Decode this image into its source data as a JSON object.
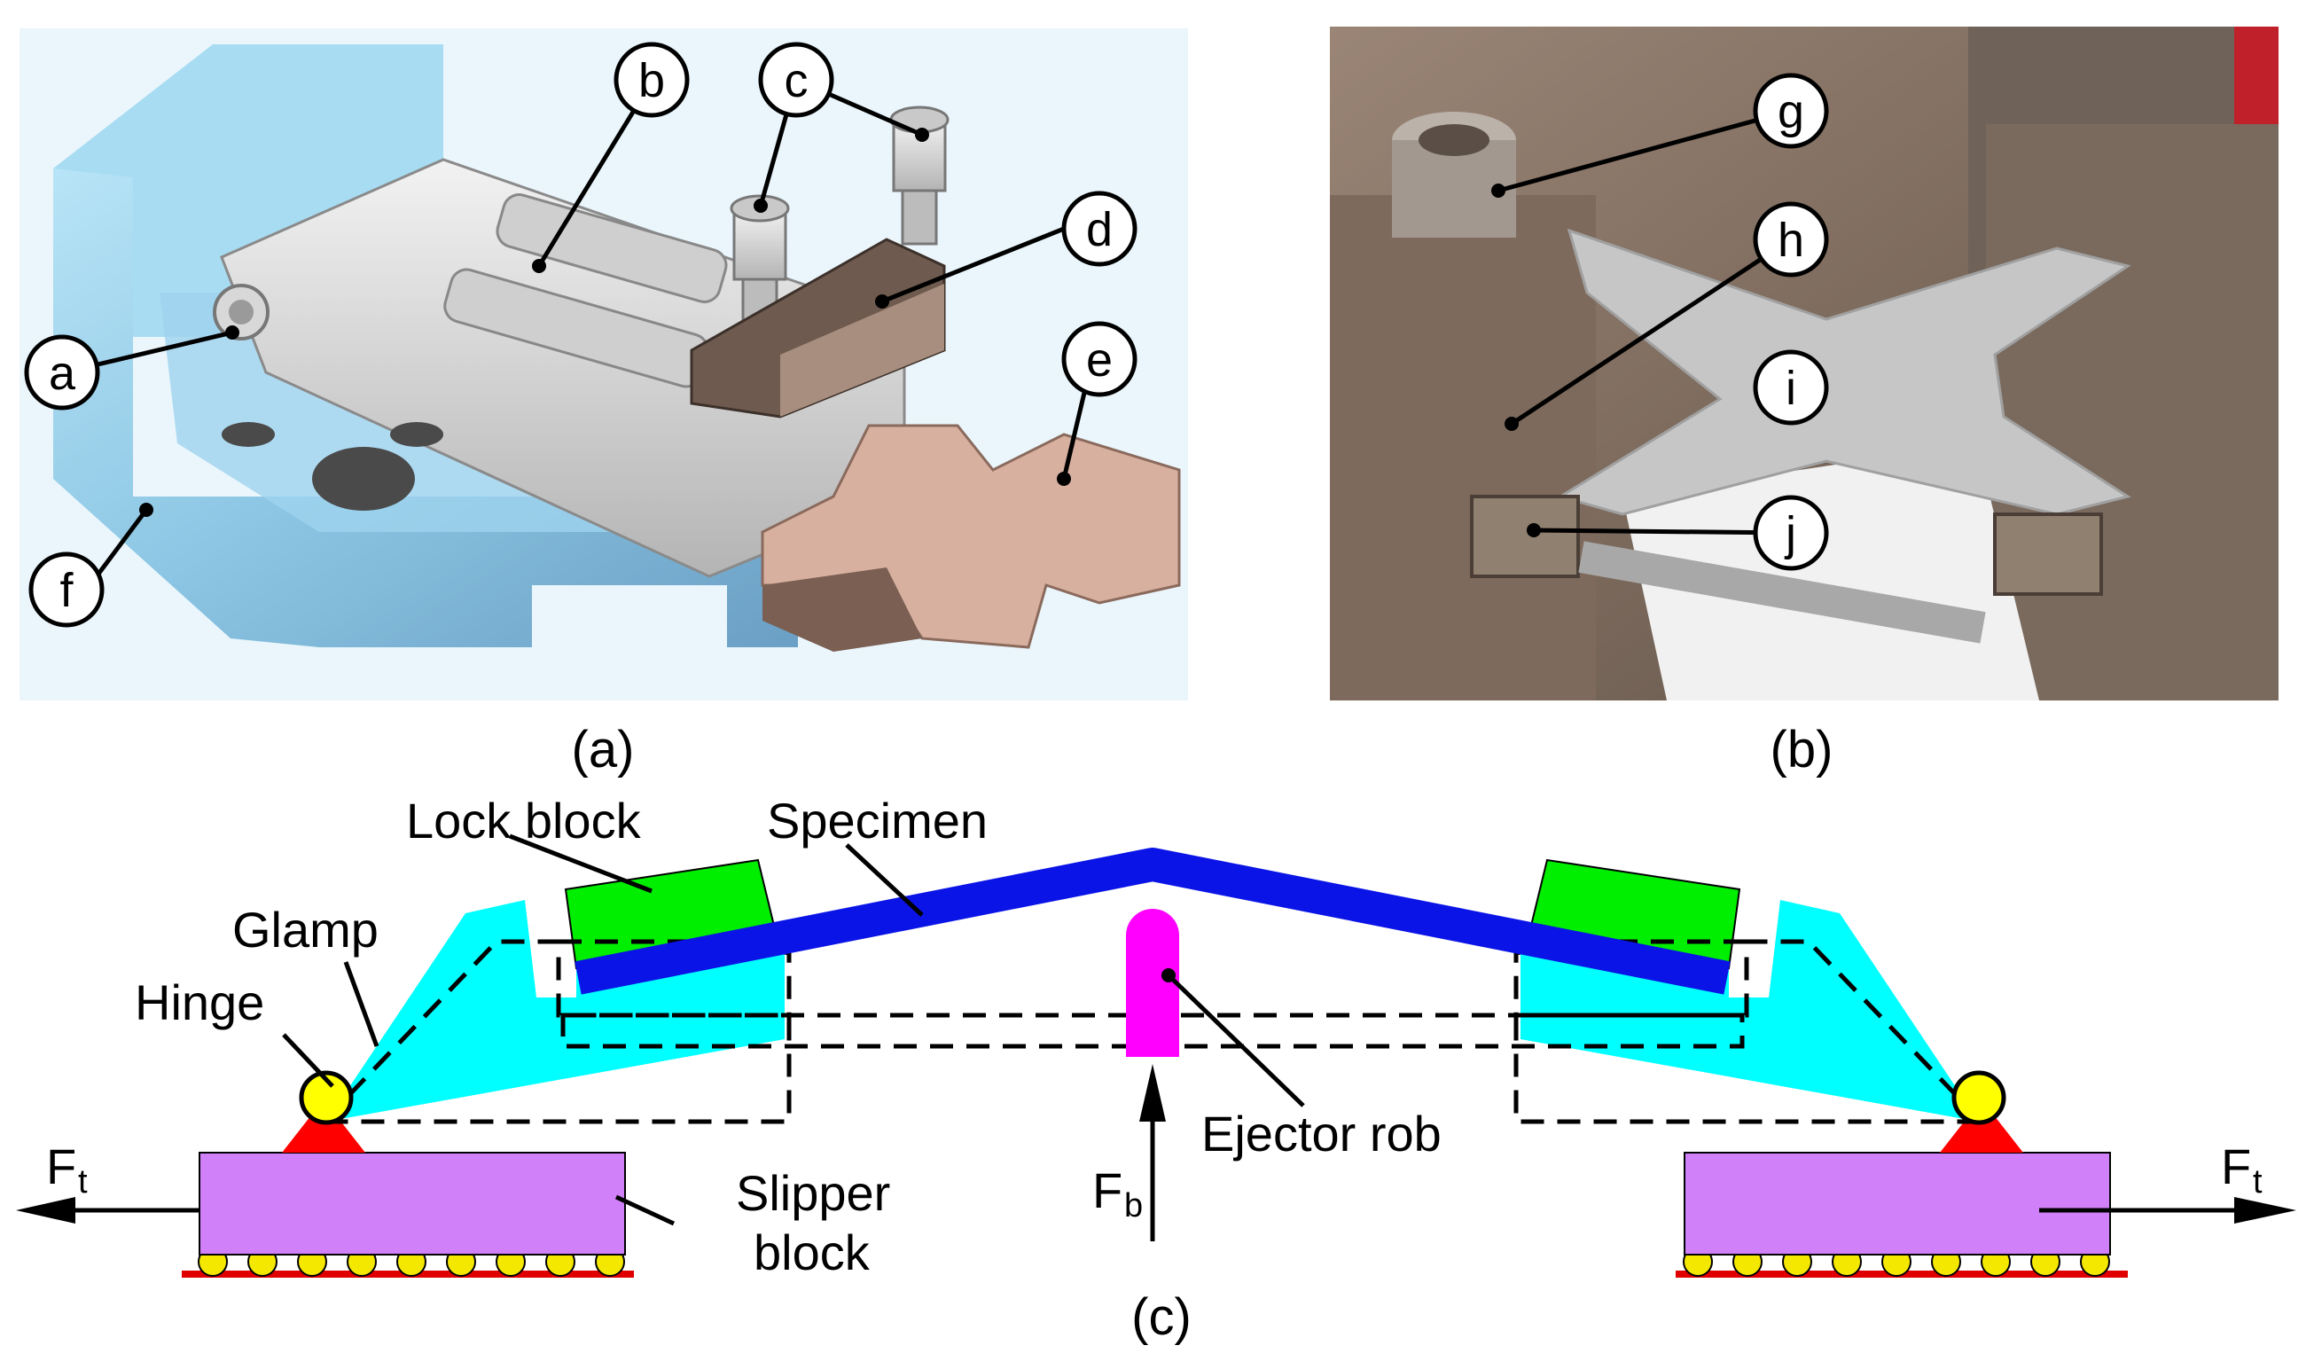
{
  "panel_a": {
    "caption": "(a)",
    "callouts": [
      "a",
      "b",
      "c",
      "d",
      "e",
      "f"
    ]
  },
  "panel_b": {
    "caption": "(b)",
    "callouts": [
      "g",
      "h",
      "i",
      "j"
    ]
  },
  "panel_c": {
    "caption": "(c)",
    "labels": {
      "lock_block": "Lock block",
      "specimen": "Specimen",
      "glamp": "Glamp",
      "hinge": "Hinge",
      "slipper_line1": "Slipper",
      "slipper_line2": "block",
      "ejector": "Ejector rob",
      "force_t_main": "F",
      "force_t_sub": "t",
      "force_b_main": "F",
      "force_b_sub": "b"
    }
  },
  "colors": {
    "clamp": "#00ffff",
    "lock_block": "#00ee00",
    "specimen": "#0a14e6",
    "ejector": "#ff00ff",
    "slipper": "#d080f8",
    "hinge_ball": "#ffff00",
    "base_triangle": "#ff0000",
    "roller": "#f5e800",
    "rail": "#e00000",
    "cad_background": "#eaf6fc",
    "photo_background": "#857363"
  }
}
